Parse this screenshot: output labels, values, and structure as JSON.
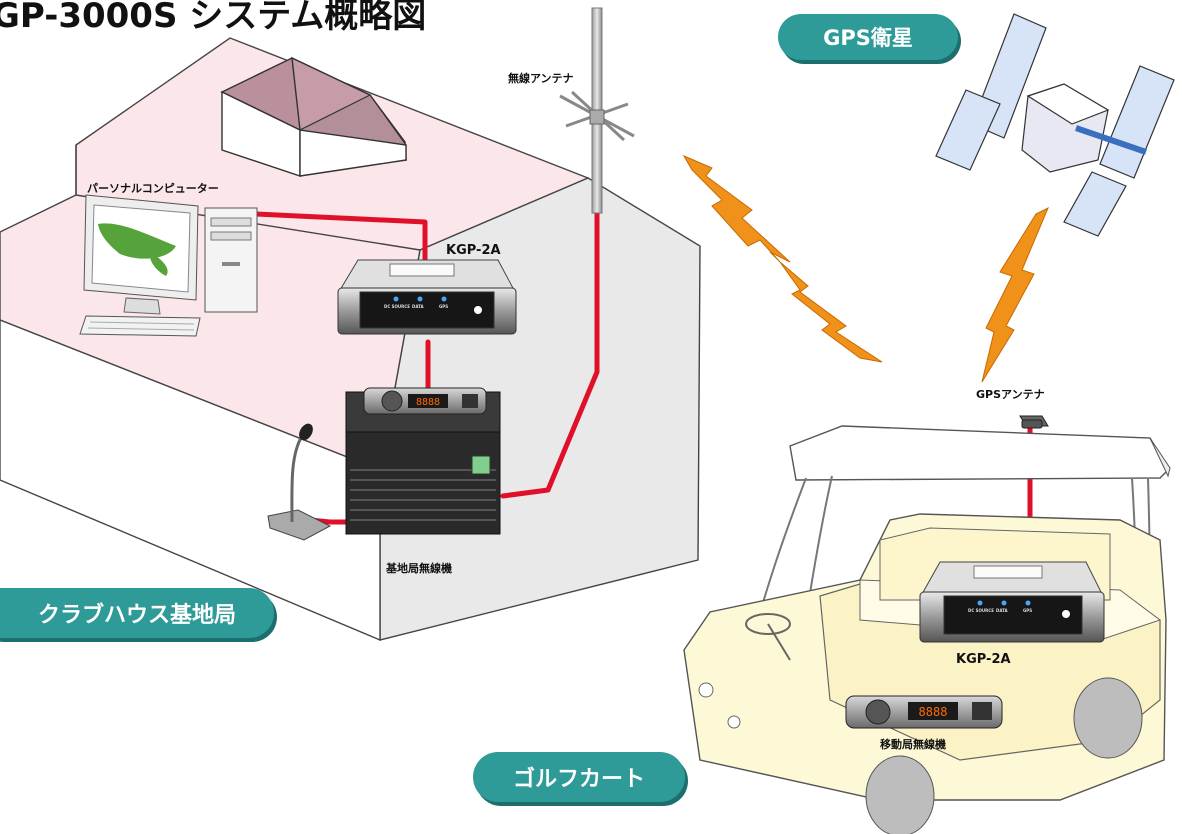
{
  "diagram": {
    "title": "GP-3000S システム概略図",
    "badges": {
      "gps_satellite": "GPS衛星",
      "clubhouse_base": "クラブハウス基地局",
      "golf_cart": "ゴルフカート"
    },
    "labels": {
      "radio_antenna": "無線アンテナ",
      "personal_computer": "パーソナルコンピューター",
      "kgp_base": "KGP-2A",
      "base_radio": "基地局無線機",
      "gps_antenna": "GPSアンテナ",
      "kgp_cart": "KGP-2A",
      "mobile_radio": "移動局無線機"
    },
    "device_panel": {
      "led1": "DC SOURCE",
      "led2": "DATA",
      "led3": "GPS"
    },
    "radio_display": "8888",
    "colors": {
      "cable": "#e0102a",
      "badge": "#2f9b99",
      "lightning": "#f0921a",
      "house_pink": "#fbe6e9",
      "cart_cream": "#fdf9d6"
    }
  }
}
